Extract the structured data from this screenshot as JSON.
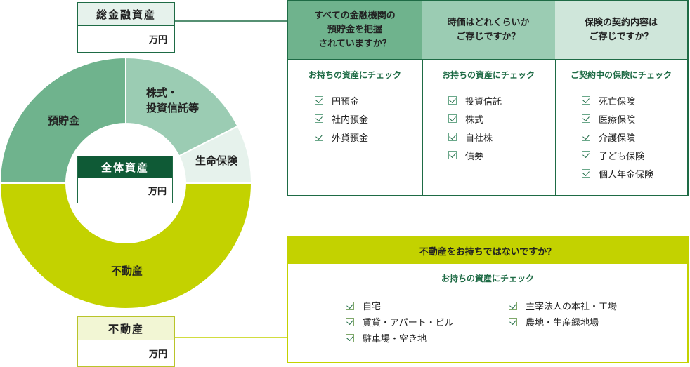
{
  "labels": {
    "total_financial": {
      "title": "総金融資産",
      "unit": "万円"
    },
    "real_estate": {
      "title": "不動産",
      "unit": "万円"
    },
    "total_assets": {
      "title": "全体資産",
      "unit": "万円"
    }
  },
  "donut": {
    "segments": [
      {
        "name": "預貯金",
        "value": 0.25,
        "color": "#6fb38d"
      },
      {
        "name": "株式・\n投資信託等",
        "value": 0.175,
        "color": "#9bccb3"
      },
      {
        "name": "生命保険",
        "value": 0.075,
        "color": "#e6f2ec"
      },
      {
        "name": "不動産",
        "value": 0.5,
        "color": "#c3d200"
      }
    ],
    "labels": {
      "savings": "預貯金",
      "stocks_line1": "株式・",
      "stocks_line2": "投資信託等",
      "insurance": "生命保険",
      "realestate": "不動産"
    }
  },
  "panel": {
    "columns": [
      {
        "head": [
          "すべての金融機関の",
          "預貯金を把握",
          "されていますか？"
        ],
        "head_color": "#6fb38d",
        "sub": "お持ちの資産にチェック",
        "items": [
          "円預金",
          "社内預金",
          "外貨預金"
        ]
      },
      {
        "head": [
          "時価はどれくらいか",
          "ご存じですか？"
        ],
        "head_color": "#9bccb3",
        "sub": "お持ちの資産にチェック",
        "items": [
          "投資信託",
          "株式",
          "自社株",
          "債券"
        ]
      },
      {
        "head": [
          "保険の契約内容は",
          "ご存じですか？"
        ],
        "head_color": "#cfe6da",
        "sub": "ご契約中の保険にチェック",
        "items": [
          "死亡保険",
          "医療保険",
          "介護保険",
          "子ども保険",
          "個人年金保険"
        ]
      }
    ]
  },
  "realestate_panel": {
    "head": "不動産をお持ちではないですか？",
    "sub": "お持ちの資産にチェック",
    "left_items": [
      "自宅",
      "賃貸・アパート・ビル",
      "駐車場・空き地"
    ],
    "right_items": [
      "主宰法人の本社・工場",
      "農地・生産緑地場"
    ]
  }
}
